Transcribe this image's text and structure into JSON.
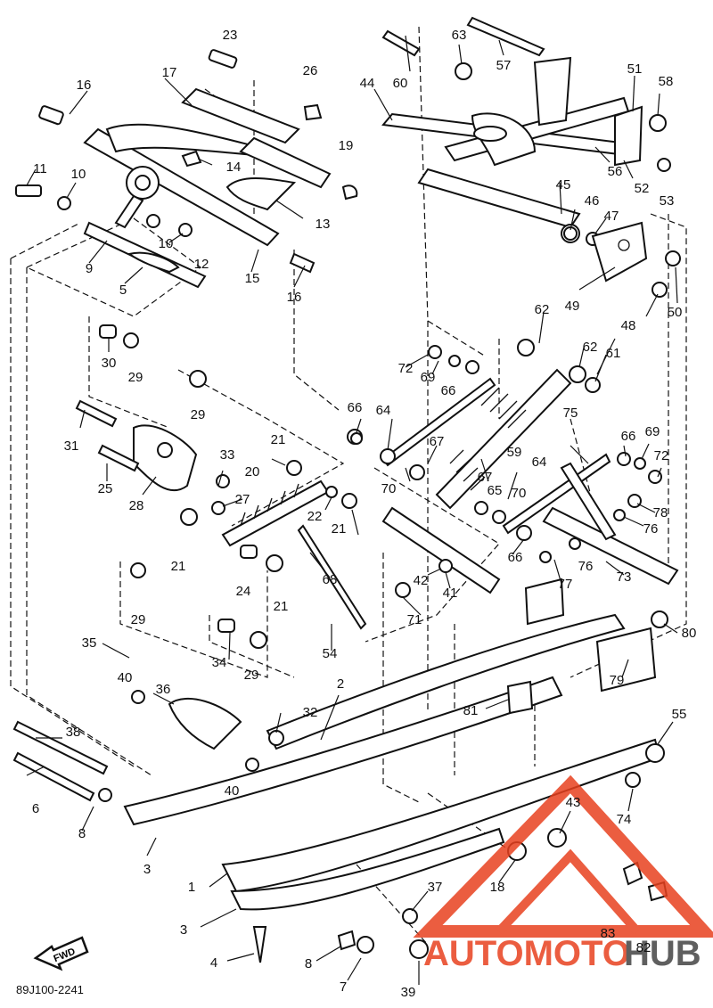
{
  "diagram_code": "89J100-2241",
  "fwd_label": "FWD",
  "watermark": {
    "word_a": "AUTOMOTO",
    "word_b": "HUB",
    "color_a": "#e8411f",
    "color_b": "#444444"
  },
  "callouts": {
    "c1": "1",
    "c2": "2",
    "c3a": "3",
    "c3b": "3",
    "c4": "4",
    "c5": "5",
    "c6": "6",
    "c7": "7",
    "c8a": "8",
    "c8b": "8",
    "c9": "9",
    "c10a": "10",
    "c10b": "10",
    "c11": "11",
    "c12": "12",
    "c13": "13",
    "c14": "14",
    "c15": "15",
    "c16a": "16",
    "c16b": "16",
    "c17": "17",
    "c18": "18",
    "c19": "19",
    "c20": "20",
    "c21a": "21",
    "c21b": "21",
    "c21c": "21",
    "c21d": "21",
    "c22": "22",
    "c23": "23",
    "c24": "24",
    "c25": "25",
    "c26": "26",
    "c27": "27",
    "c28": "28",
    "c29a": "29",
    "c29b": "29",
    "c29c": "29",
    "c29d": "29",
    "c30": "30",
    "c31": "31",
    "c32": "32",
    "c33": "33",
    "c34": "34",
    "c35": "35",
    "c36": "36",
    "c37": "37",
    "c38": "38",
    "c39": "39",
    "c40a": "40",
    "c40b": "40",
    "c41": "41",
    "c42": "42",
    "c43": "43",
    "c44": "44",
    "c45": "45",
    "c46": "46",
    "c47": "47",
    "c48": "48",
    "c49": "49",
    "c50": "50",
    "c51": "51",
    "c52": "52",
    "c53": "53",
    "c54": "54",
    "c55": "55",
    "c56": "56",
    "c57": "57",
    "c58": "58",
    "c59": "59",
    "c60": "60",
    "c61": "61",
    "c62a": "62",
    "c62b": "62",
    "c63": "63",
    "c64a": "64",
    "c64b": "64",
    "c65": "65",
    "c66a": "66",
    "c66b": "66",
    "c66c": "66",
    "c66d": "66",
    "c67a": "67",
    "c67b": "67",
    "c68": "68",
    "c69a": "69",
    "c69b": "69",
    "c70a": "70",
    "c70b": "70",
    "c71": "71",
    "c72a": "72",
    "c72b": "72",
    "c73": "73",
    "c74": "74",
    "c75": "75",
    "c76a": "76",
    "c76b": "76",
    "c77": "77",
    "c78": "78",
    "c79": "79",
    "c80": "80",
    "c81": "81",
    "c82": "82",
    "c83": "83"
  }
}
